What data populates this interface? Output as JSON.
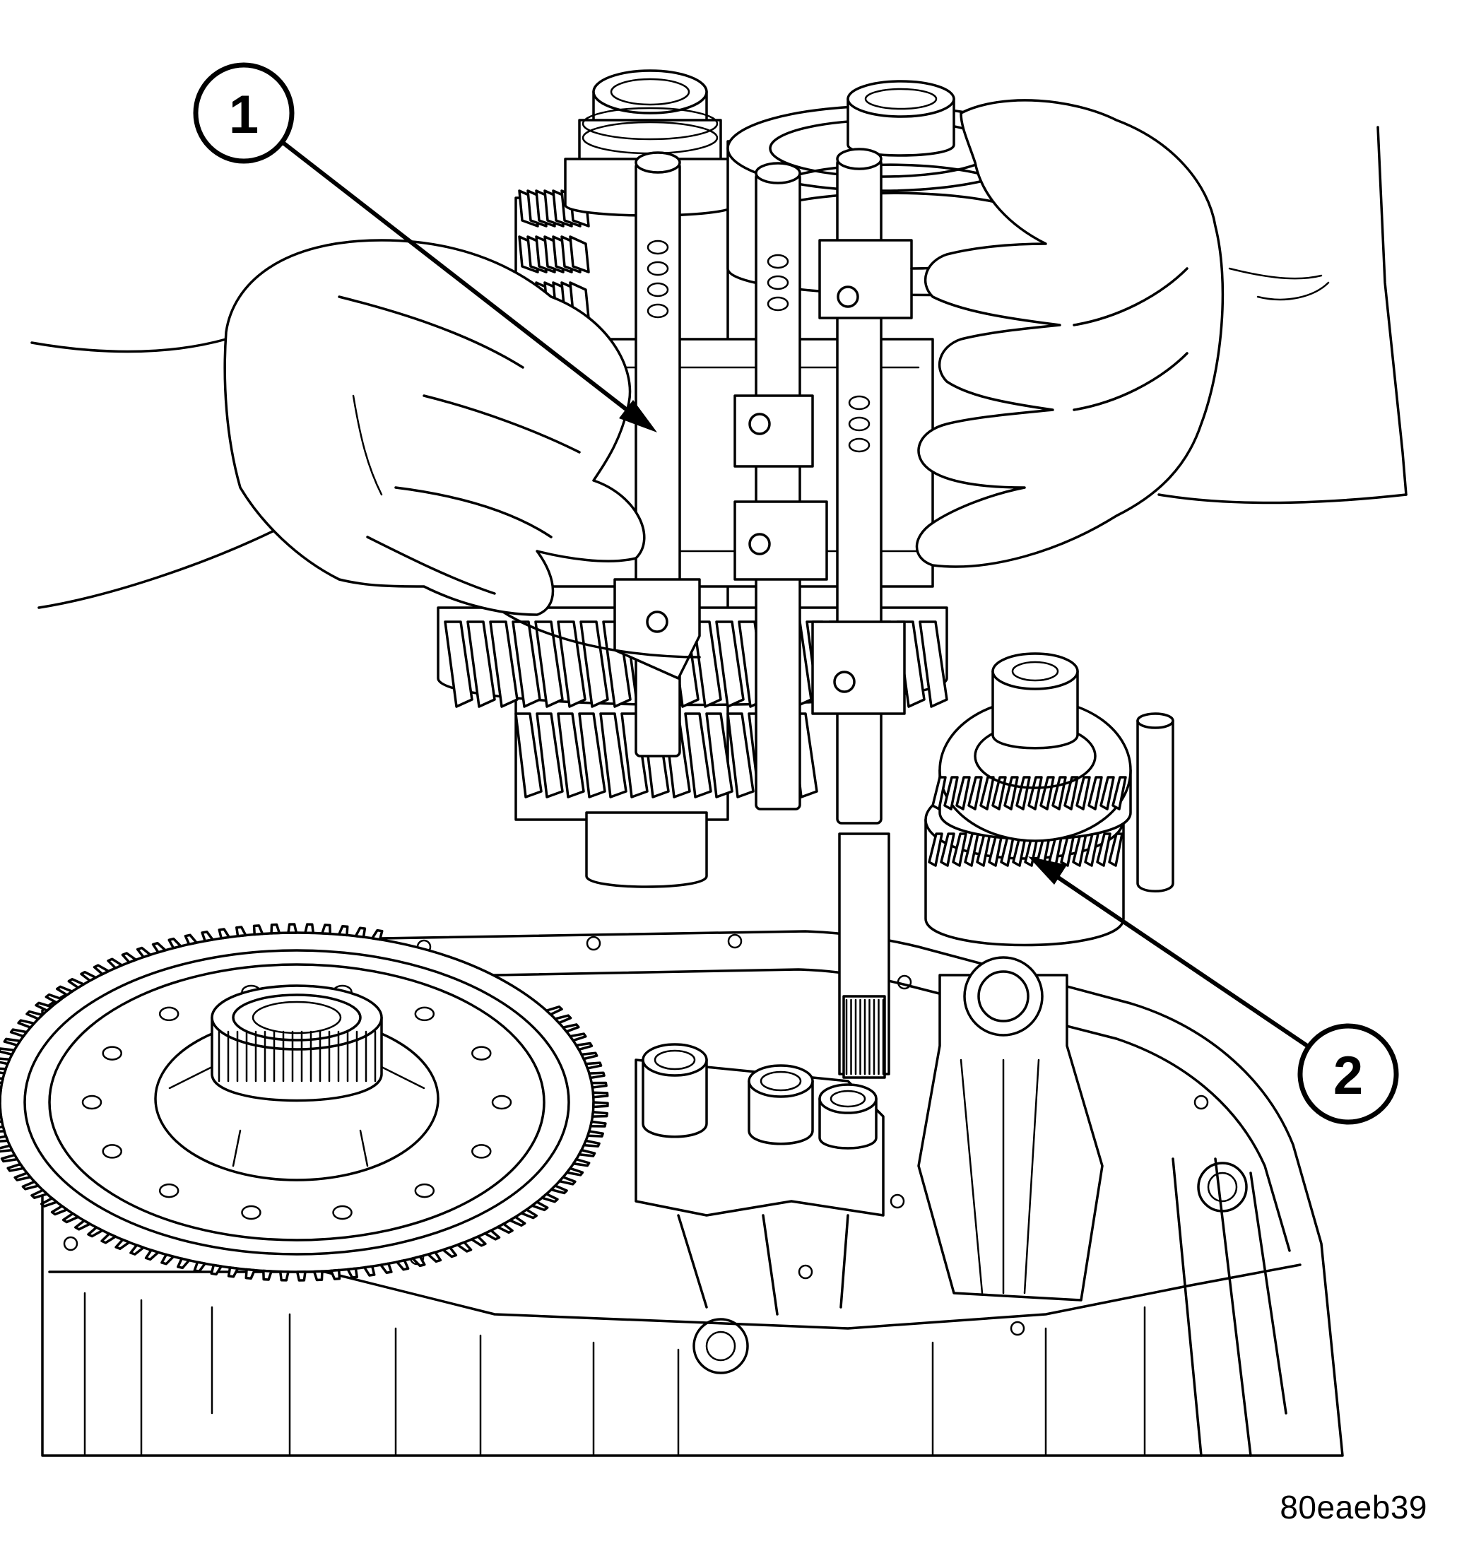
{
  "callouts": [
    {
      "number": "1",
      "label": ""
    },
    {
      "number": "2",
      "label": ""
    }
  ],
  "figure_id": "80eaeb39"
}
